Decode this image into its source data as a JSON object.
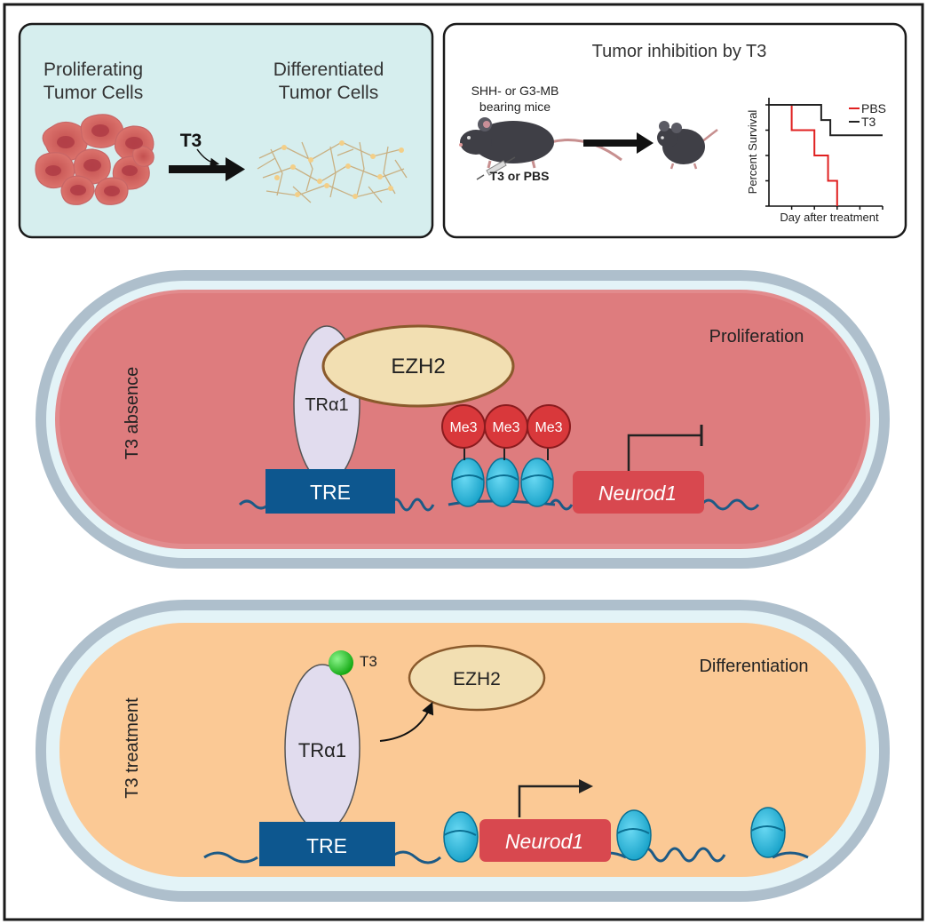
{
  "top_left_panel": {
    "proliferating_line1": "Proliferating",
    "proliferating_line2": "Tumor Cells",
    "differentiated_line1": "Differentiated",
    "differentiated_line2": "Tumor Cells",
    "arrow_label": "T3"
  },
  "top_right_panel": {
    "title": "Tumor inhibition by T3",
    "mice_line1": "SHH- or G3-MB",
    "mice_line2": "bearing mice",
    "injection_label": "T3 or PBS",
    "chart_ylabel": "Percent Survival",
    "chart_xlabel": "Day after treatment"
  },
  "chart_data": {
    "type": "line",
    "title": "",
    "xlabel": "Day after treatment",
    "ylabel": "Percent Survival",
    "series": [
      {
        "name": "PBS",
        "color": "#e02020",
        "x": [
          0,
          1,
          1,
          2,
          2,
          2.6,
          2.6,
          3,
          3
        ],
        "y": [
          100,
          100,
          75,
          75,
          50,
          50,
          25,
          25,
          0
        ]
      },
      {
        "name": "T3",
        "color": "#222222",
        "x": [
          0,
          2.3,
          2.3,
          2.7,
          2.7,
          5
        ],
        "y": [
          100,
          100,
          85,
          85,
          70,
          70
        ]
      }
    ],
    "legend_position": "top-right"
  },
  "absence_cell": {
    "side_label": "T3 absence",
    "state_label": "Proliferation",
    "ezh2": "EZH2",
    "tra1": "TRα1",
    "tre": "TRE",
    "me3_marks": [
      "Me3",
      "Me3",
      "Me3"
    ],
    "gene": "Neurod1"
  },
  "treatment_cell": {
    "side_label": "T3 treatment",
    "state_label": "Differentiation",
    "ezh2": "EZH2",
    "tra1": "TRα1",
    "tre": "TRE",
    "ligand": "T3",
    "gene": "Neurod1"
  },
  "colors": {
    "panel_blue": "#d6eeee",
    "cell_red": "#de7c7e",
    "cell_orange": "#fbc995",
    "tre_blue": "#0d578f",
    "gene_red": "#d8484f",
    "ezh2_fill": "#f2dfb2",
    "tra_fill": "#e1dcee",
    "nucleosome": "#1bb8de",
    "me3_red": "#d9383b",
    "t3_green": "#19c619"
  }
}
